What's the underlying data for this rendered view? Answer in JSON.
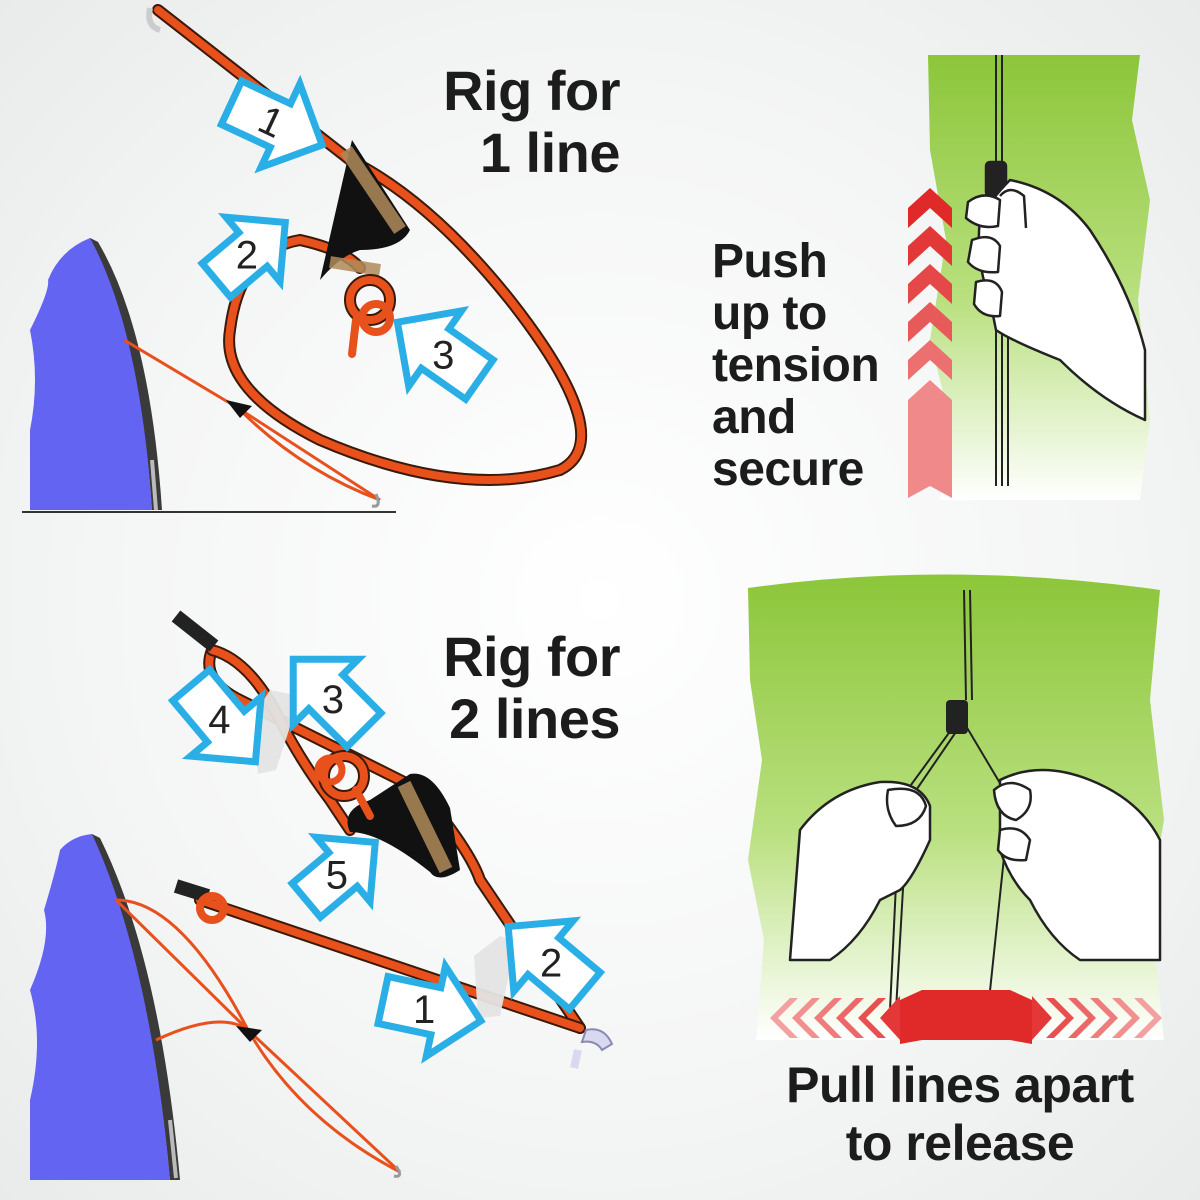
{
  "panels": {
    "one_line": {
      "title_lines": [
        "Rig for",
        "1 line"
      ],
      "steps": [
        "1",
        "2",
        "3"
      ]
    },
    "two_lines": {
      "title_lines": [
        "Rig for",
        "2 lines"
      ],
      "steps": [
        "1",
        "2",
        "3",
        "4",
        "5"
      ]
    },
    "tension": {
      "caption_lines": [
        "Push",
        "up to",
        "tension",
        "and",
        "secure"
      ]
    },
    "release": {
      "caption_lines": [
        "Pull lines apart",
        "to release"
      ]
    }
  },
  "colors": {
    "rope": "#e8501c",
    "arrow_outline": "#29aee6",
    "tent": "#6464f2",
    "tensioner": "#111111",
    "grass": "#9bd24a",
    "red_arrow": "#e03030"
  }
}
